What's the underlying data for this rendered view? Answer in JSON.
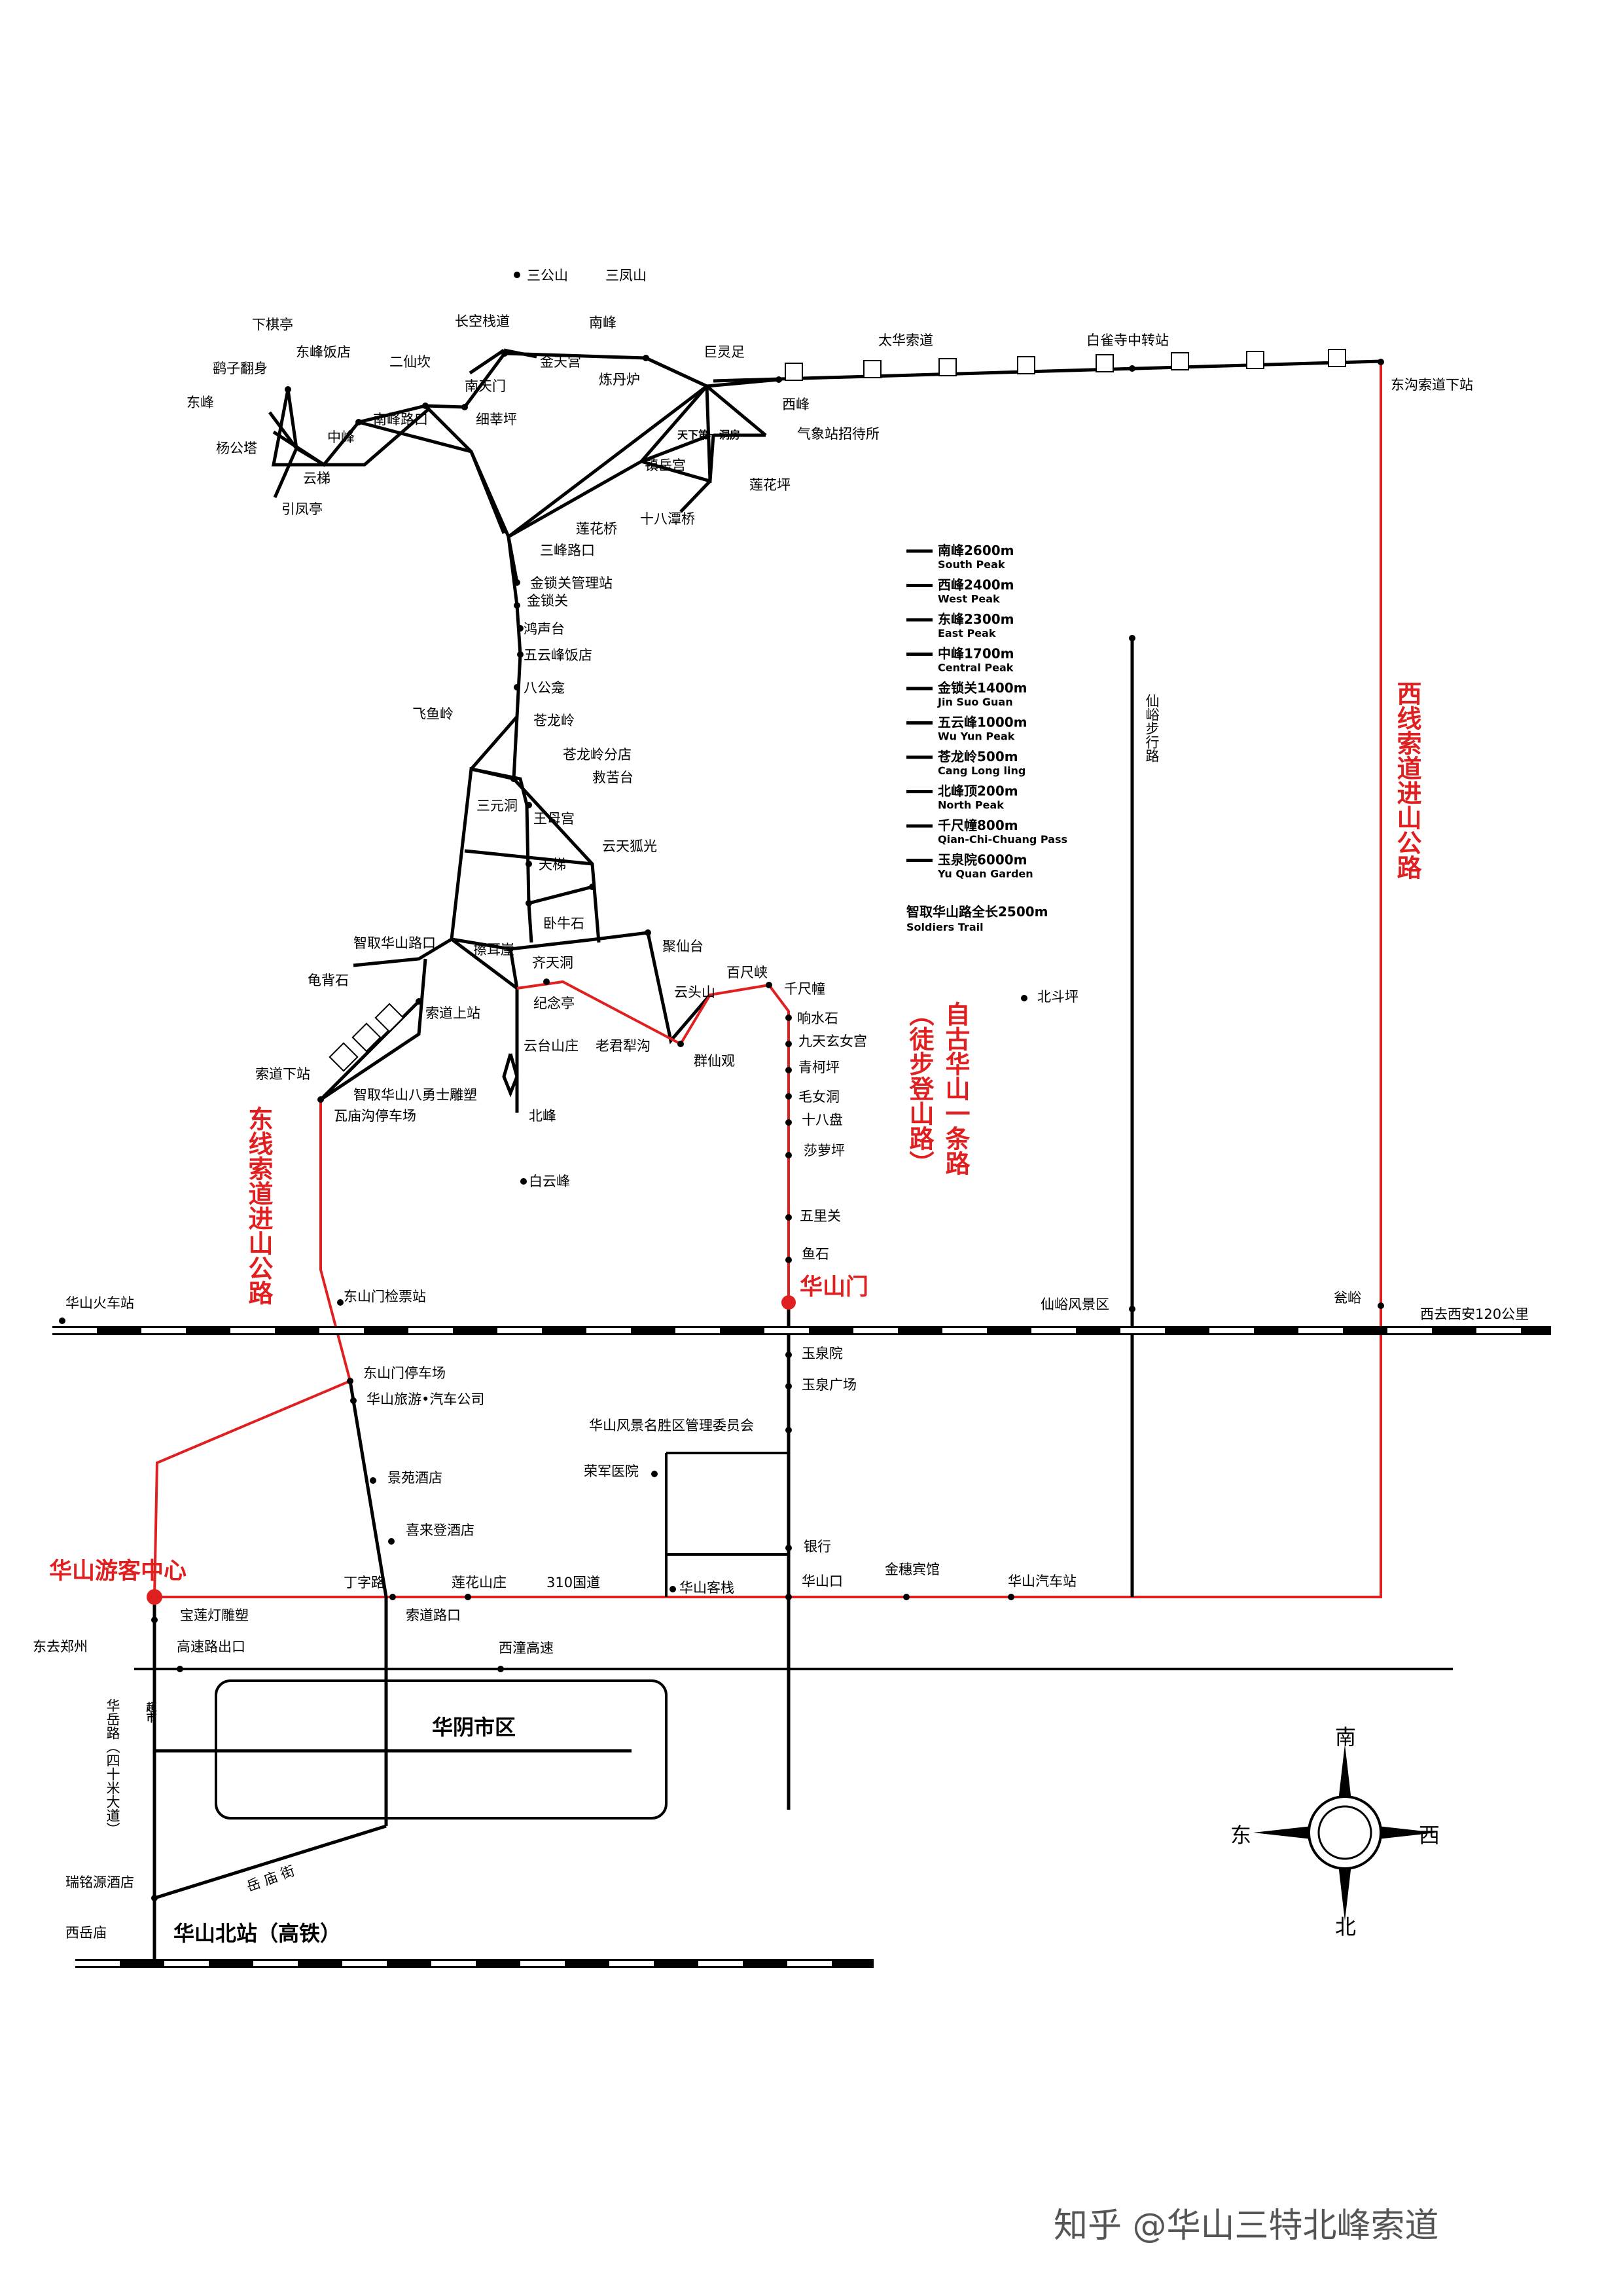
{
  "map": {
    "peaks_top": [
      "三公山",
      "三凤山"
    ],
    "labels": {
      "xiaqiting": "下棋亭",
      "dongfeng_hotel": "东峰饭店",
      "yaozifanshen": "鹞子翻身",
      "dongfeng": "东峰",
      "yanggongta": "杨公塔",
      "zhongfeng": "中峰",
      "yunti": "云梯",
      "yinfengting": "引凤亭",
      "erxiankan": "二仙坎",
      "changkong": "长空栈道",
      "nanfeng": "南峰",
      "nantianmen": "南天门",
      "jintiangong": "金天宫",
      "liandanlu": "炼丹炉",
      "julingzu": "巨灵足",
      "nanfeng_lukou": "南峰路口",
      "xixinping": "细莘坪",
      "xifeng": "西峰",
      "tianxia_diyi": "天下第一洞房",
      "qixiangzhan": "气象站招待所",
      "zhenyuegong": "镇岳宫",
      "lianhuaping": "莲花坪",
      "lianhuaqiao": "莲花桥",
      "shibatanqiao": "十八潭桥",
      "sanfeng_lukou": "三峰路口",
      "jinsuoguan_station": "金锁关管理站",
      "jinsuoguan": "金锁关",
      "hongshengtai": "鸿声台",
      "wuyunfeng_hotel": "五云峰饭店",
      "bagongkan": "八公龛",
      "feiyuling": "飞鱼岭",
      "canglongling": "苍龙岭",
      "canglongling_branch": "苍龙岭分店",
      "jiukutai": "救苦台",
      "sanyuandong": "三元洞",
      "wangmugong": "王母宫",
      "yuntianhuguang": "云天狐光",
      "tianti": "天梯",
      "woniushi": "卧牛石",
      "zhiqu_lukou": "智取华山路口",
      "caerya": "擦耳崖",
      "qitiandong": "齐天洞",
      "juxiantai": "聚仙台",
      "baichixia": "百尺峡",
      "guibeishi": "龟背石",
      "jinianting": "纪念亭",
      "yuntoushan": "云头山",
      "qianchizhuang": "千尺幢",
      "suodao_shangzhan": "索道上站",
      "yuntai_shanzhuang": "云台山庄",
      "laojun_ligou": "老君犁沟",
      "xiangshuishi": "响水石",
      "jiutian": "九天玄女宫",
      "qingkeping": "青柯坪",
      "suodao_xiazhan": "索道下站",
      "zhiqu_statue": "智取华山八勇士雕塑",
      "qunxianguan": "群仙观",
      "maonudong": "毛女洞",
      "wamiaogou": "瓦庙沟停车场",
      "beifeng": "北峰",
      "shibapan": "十八盘",
      "shaluoping": "莎萝坪",
      "baiyunfeng": "白云峰",
      "wuliguan": "五里关",
      "yushi": "鱼石",
      "huashanmen": "华山门",
      "dongshanmen_check": "东山门检票站",
      "huashan_station": "华山火车站",
      "yuquanyuan": "玉泉院",
      "yuquan_square": "玉泉广场",
      "dongshanmen_parking": "东山门停车场",
      "huashan_tourism": "华山旅游•汽车公司",
      "committee": "华山风景名胜区管理委员会",
      "rongjun": "荣军医院",
      "jingyuan": "景苑酒店",
      "xilai": "喜来登酒店",
      "visitor_center": "华山游客中心",
      "dingzilu": "丁字路",
      "lianhua_shanzhuang": "莲花山庄",
      "road310": "310国道",
      "huashan_inn": "华山客栈",
      "huashankou": "华山口",
      "jinsui": "金穗宾馆",
      "bus_station": "华山汽车站",
      "bank": "银行",
      "baoliandeng": "宝莲灯雕塑",
      "suodao_lukou": "索道路口",
      "dongqu_zhengzhou": "东去郑州",
      "gaosu_exit": "高速路出口",
      "xitong_gaosu": "西潼高速",
      "huayin": "华阴市区",
      "yuemiao": "岳 庙 街",
      "yueyuan_road": "华岳路（四十米大道）",
      "supermarket": "超市",
      "ruiming": "瑞铭源酒店",
      "xiyuemiao": "西岳庙",
      "huashan_north": "华山北站（高铁）",
      "taihua_suodao": "太华索道",
      "baiquesi": "白雀寺中转站",
      "dongou_xiazhan": "东沟索道下站",
      "xianyu_road": "仙峪步行路",
      "beidouping": "北斗坪",
      "xianyu_scenic": "仙峪风景区",
      "qiaoyu": "瓮峪",
      "xiqu_xian": "西去西安120公里",
      "east_line": "东线索道进山公路",
      "west_line": "西线索道进山公路",
      "ancient_route": "自古华山一条路",
      "ancient_route_sub": "（徒步登山路）"
    },
    "legend": [
      {
        "cn": "南峰2600m",
        "en": "South Peak"
      },
      {
        "cn": "西峰2400m",
        "en": "West Peak"
      },
      {
        "cn": "东峰2300m",
        "en": "East Peak"
      },
      {
        "cn": "中峰1700m",
        "en": "Central Peak"
      },
      {
        "cn": "金锁关1400m",
        "en": "Jin Suo Guan"
      },
      {
        "cn": "五云峰1000m",
        "en": "Wu Yun Peak"
      },
      {
        "cn": "苍龙岭500m",
        "en": "Cang Long ling"
      },
      {
        "cn": "北峰顶200m",
        "en": "North Peak"
      },
      {
        "cn": "千尺幢800m",
        "en": "Qian-Chi-Chuang Pass"
      },
      {
        "cn": "玉泉院6000m",
        "en": "Yu Quan Garden"
      }
    ],
    "legend_footer": {
      "cn": "智取华山路全长2500m",
      "en": "Soldiers Trail"
    },
    "compass": {
      "south": "南",
      "north": "北",
      "east": "东",
      "west": "西"
    },
    "watermark": "知乎 @华山三特北峰索道",
    "colors": {
      "route_red": "#e02020",
      "ink": "#000000"
    }
  }
}
